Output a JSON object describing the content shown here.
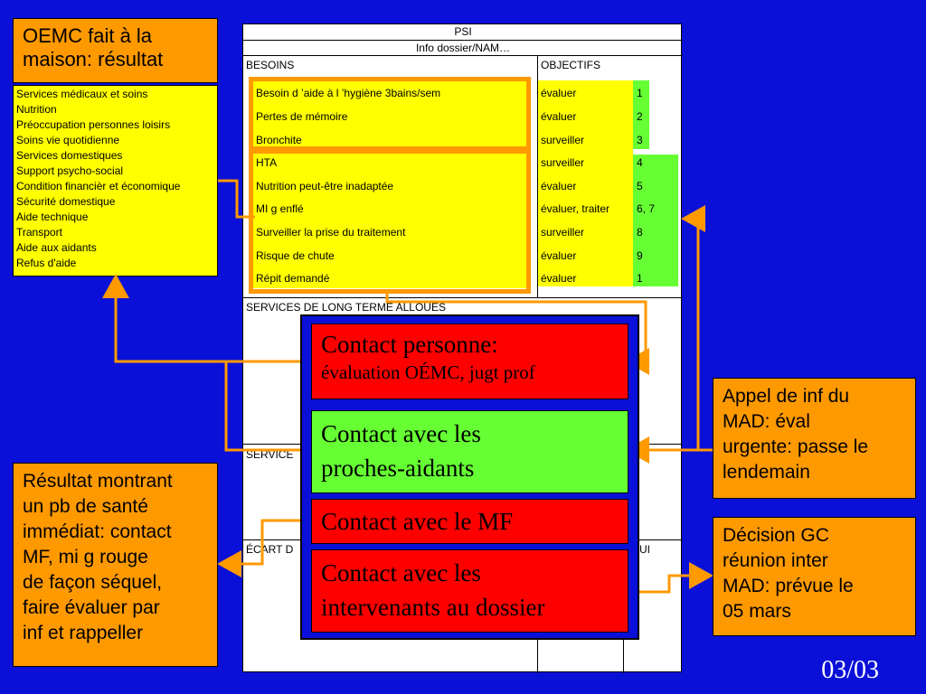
{
  "title_box": {
    "line1": "OEMC fait à la",
    "line2": "maison: résultat"
  },
  "results_list": [
    "Services médicaux et soins",
    "Nutrition",
    "Préoccupation personnes loisirs",
    "Soins vie quotidienne",
    "Services domestiques",
    "Support psycho-social",
    "Condition financièr et économique",
    "Sécurité domestique",
    "Aide technique",
    "Transport",
    "Aide aux aidants",
    "Refus d'aide"
  ],
  "psi": {
    "title": "PSI",
    "subtitle": "Info dossier/NAM…",
    "besoins_header": "BESOINS",
    "objectifs_header": "OBJECTIFS",
    "rows": [
      {
        "besoin": "Besoin d ’aide à l ’hygiène 3bains/sem",
        "objectif": "évaluer",
        "num": "1"
      },
      {
        "besoin": "Pertes de mémoire",
        "objectif": "évaluer",
        "num": "2"
      },
      {
        "besoin": "Bronchite",
        "objectif": "surveiller",
        "num": "3"
      },
      {
        "besoin": "HTA",
        "objectif": "surveiller",
        "num": "4"
      },
      {
        "besoin": "Nutrition peut-être inadaptée",
        "objectif": "évaluer",
        "num": "5"
      },
      {
        "besoin": "MI g enflé",
        "objectif": "évaluer, traiter",
        "num": "6, 7"
      },
      {
        "besoin": "Surveiller la prise du traitement",
        "objectif": "surveiller",
        "num": "8"
      },
      {
        "besoin": "Risque de chute",
        "objectif": "évaluer",
        "num": "9"
      },
      {
        "besoin": "Répit demandé",
        "objectif": "évaluer",
        "num": "1"
      }
    ],
    "services_long_terme": "SERVICES DE LONG TERME ALLOUÉS",
    "services_short": "SERVICE",
    "ecart": "ÉCART D",
    "ecart_right": "UI"
  },
  "contacts": {
    "c1_line1": "Contact personne:",
    "c1_line2": "évaluation OÉMC, jugt prof",
    "c2_line1": "Contact avec les",
    "c2_line2": "proches-aidants",
    "c3": "Contact avec le MF",
    "c4_line1": "Contact avec les",
    "c4_line2": "intervenants au dossier"
  },
  "side_boxes": {
    "appel": [
      "Appel de inf du",
      "MAD: éval",
      "urgente: passe le",
      "lendemain"
    ],
    "resultat": [
      "Résultat montrant",
      "un pb de santé",
      "immédiat: contact",
      "MF, mi g rouge",
      "de façon séquel,",
      "faire évaluer par",
      "inf et rappeller"
    ],
    "decision": [
      "Décision GC",
      "réunion inter",
      "MAD: prévue le",
      "05 mars"
    ]
  },
  "page_number": "03/03",
  "colors": {
    "background": "#0a10d8",
    "orange": "#ff9900",
    "yellow": "#ffff00",
    "green": "#66ff33",
    "red": "#ff0000"
  }
}
